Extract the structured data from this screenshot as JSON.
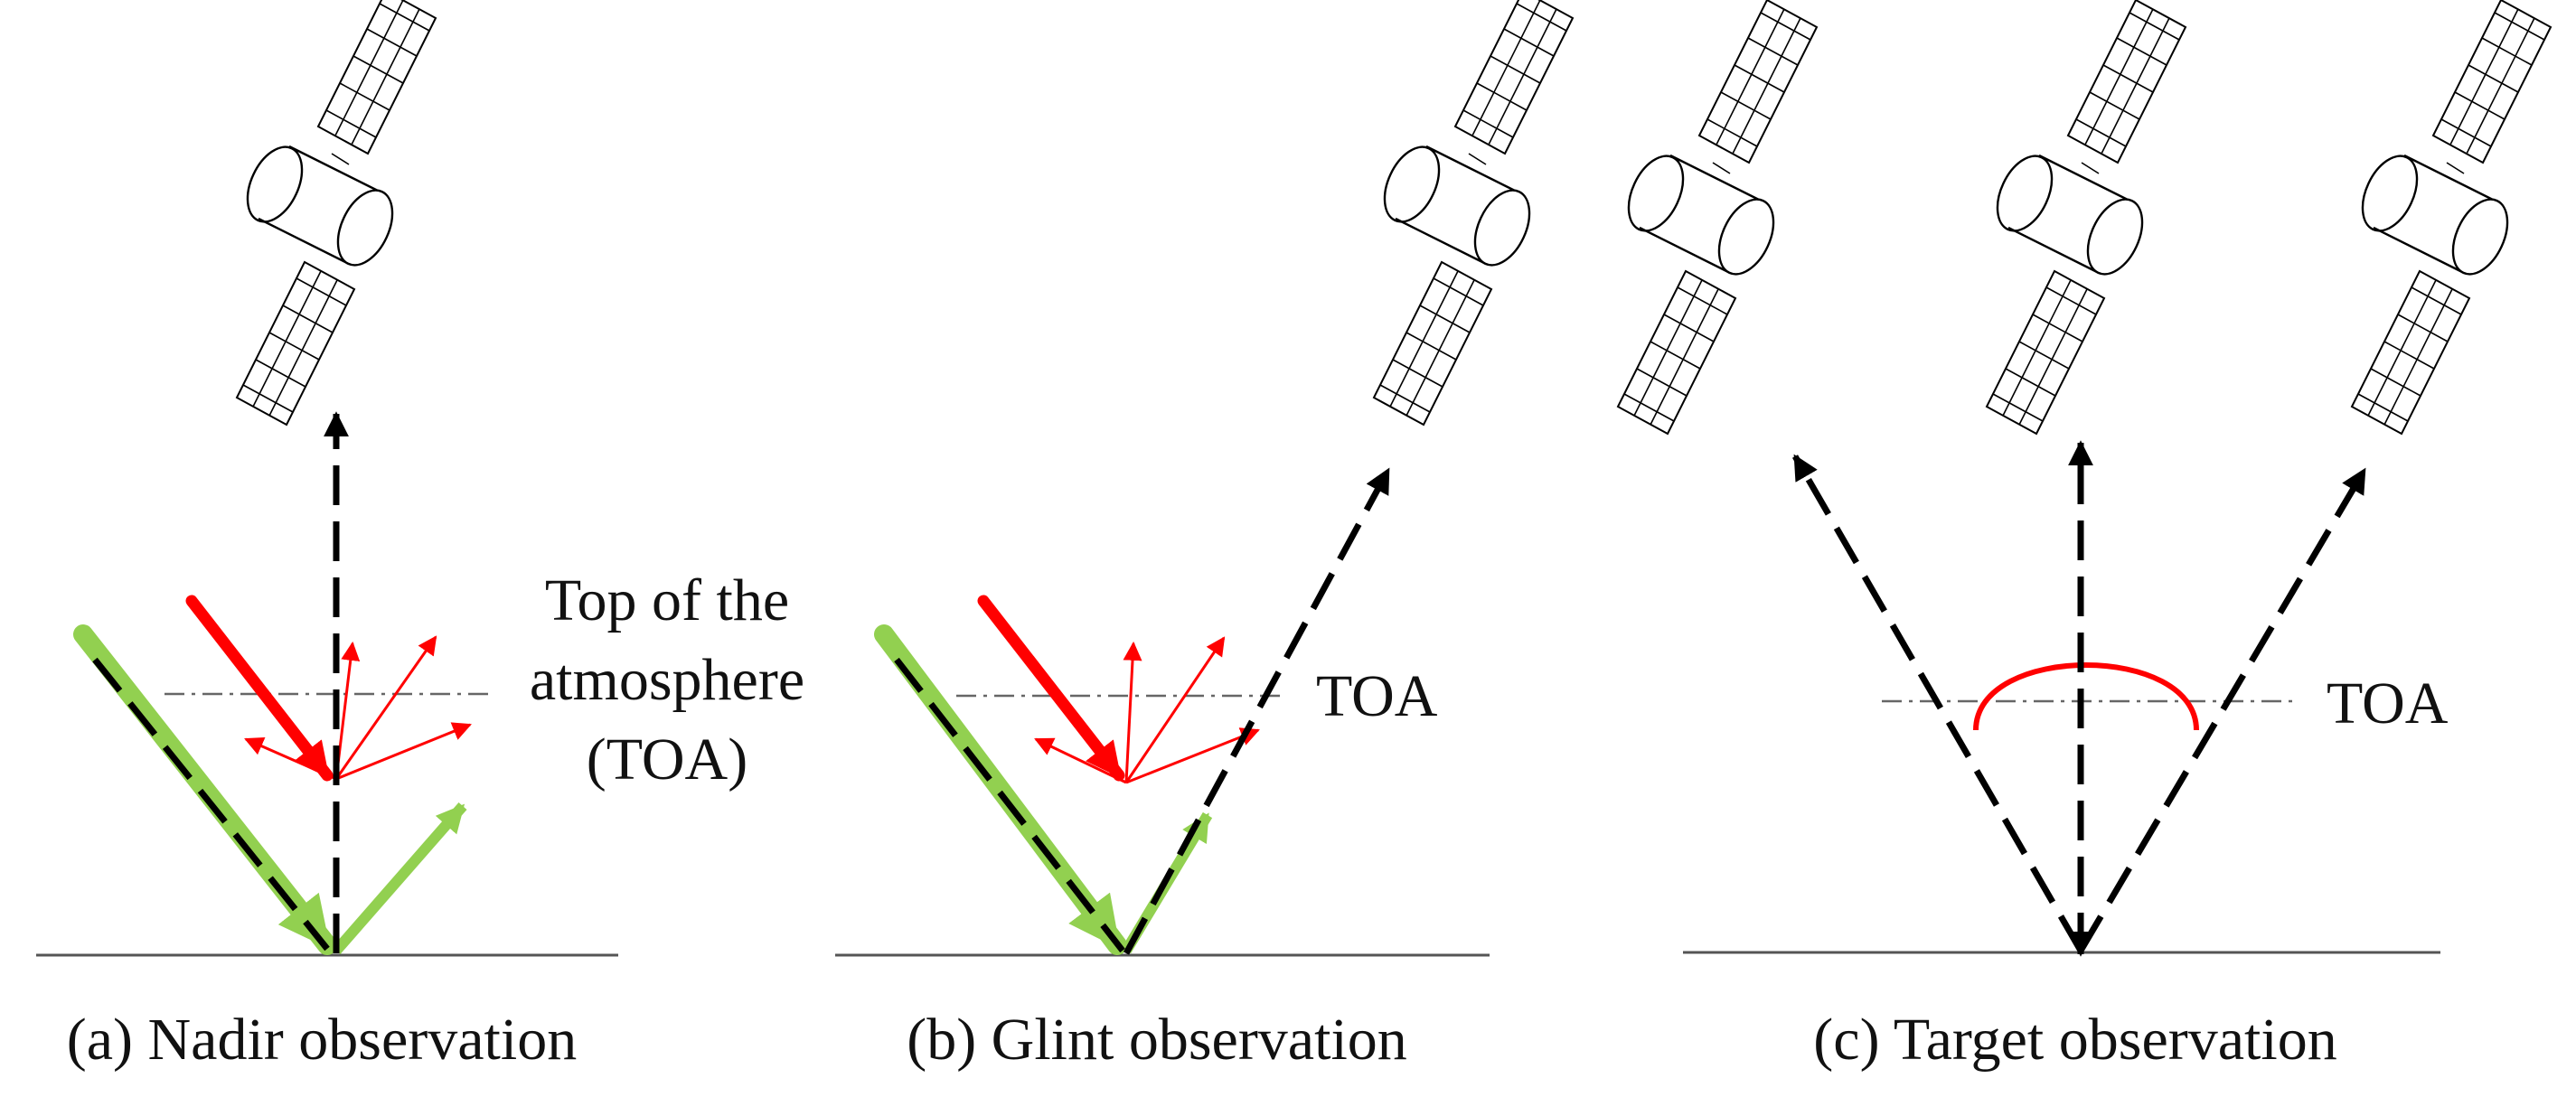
{
  "panels": {
    "a": {
      "caption": "(a) Nadir observation",
      "toa_label_lines": [
        "Top of the",
        "atmosphere",
        "(TOA)"
      ]
    },
    "b": {
      "caption": "(b) Glint observation",
      "toa_label": "TOA"
    },
    "c": {
      "caption": "(c) Target observation",
      "toa_label": "TOA"
    }
  },
  "colors": {
    "sunlight": "#92d050",
    "scattered": "#ff0000",
    "path": "#000000",
    "ground": "#555555",
    "toa_line": "#666666",
    "satellite": "#000000"
  }
}
